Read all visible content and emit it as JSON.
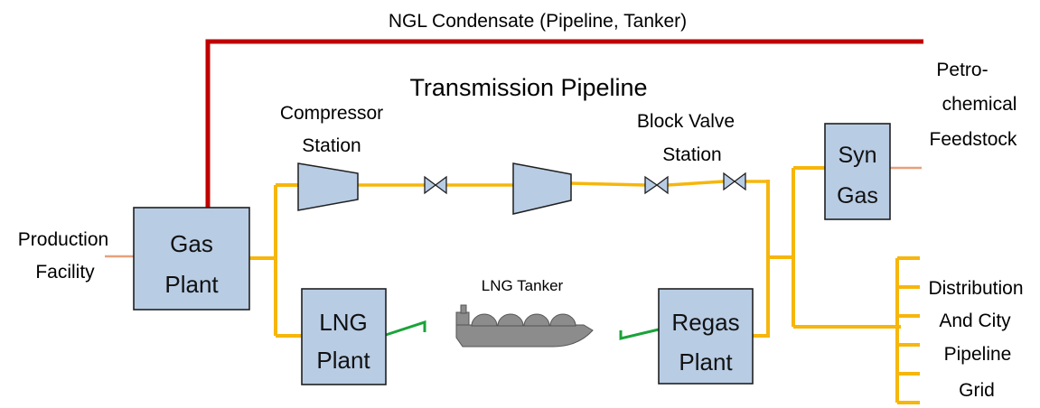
{
  "colors": {
    "condensate_line": "#c00000",
    "pipeline": "#f6b60b",
    "lng_link": "#1aa33a",
    "stub": "#e8a07a",
    "box_fill": "#b8cce4",
    "box_stroke": "#1f1f1f",
    "tanker": "#8c8c8c"
  },
  "icons": [
    "compressor-icon",
    "block-valve-icon",
    "lng-tanker-icon"
  ],
  "labels": {
    "ngl_condensate": "NGL Condensate (Pipeline, Tanker)",
    "transmission_pipeline": "Transmission Pipeline",
    "compressor_station_line1": "Compressor",
    "compressor_station_line2": "Station",
    "block_valve_line1": "Block Valve",
    "block_valve_line2": "Station",
    "petro_line1": "Petro-",
    "petro_line2": "chemical",
    "petro_line3": "Feedstock",
    "production_line1": "Production",
    "production_line2": "Facility",
    "lng_tanker": "LNG Tanker",
    "distribution_line1": "Distribution",
    "distribution_line2": "And City",
    "distribution_line3": "Pipeline",
    "distribution_line4": "Grid"
  },
  "boxes": {
    "gas_plant_line1": "Gas",
    "gas_plant_line2": "Plant",
    "lng_plant_line1": "LNG",
    "lng_plant_line2": "Plant",
    "regas_plant_line1": "Regas",
    "regas_plant_line2": "Plant",
    "syn_gas_line1": "Syn",
    "syn_gas_line2": "Gas"
  }
}
